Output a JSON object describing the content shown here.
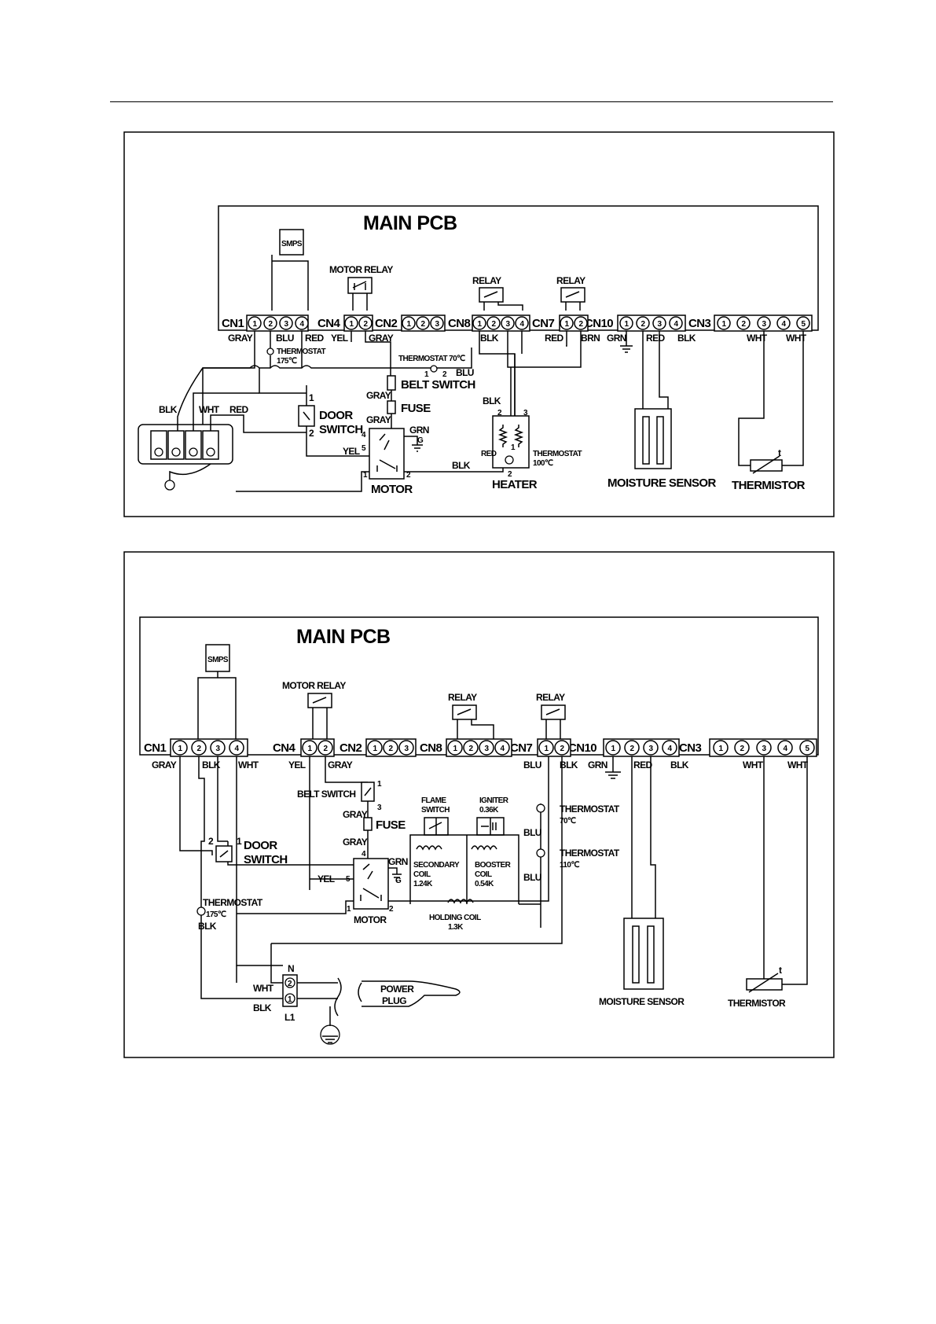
{
  "diagram_top": {
    "pcb_label": "MAIN PCB",
    "smps": "SMPS",
    "motor_relay": "MOTOR RELAY",
    "relay_a": "RELAY",
    "relay_b": "RELAY",
    "connectors": {
      "cn1": {
        "name": "CN1",
        "pins": [
          "1",
          "2",
          "3",
          "4"
        ]
      },
      "cn4": {
        "name": "CN4",
        "pins": [
          "1",
          "2"
        ]
      },
      "cn2": {
        "name": "CN2",
        "pins": [
          "1",
          "2",
          "3"
        ]
      },
      "cn8": {
        "name": "CN8",
        "pins": [
          "1",
          "2",
          "3",
          "4"
        ]
      },
      "cn7": {
        "name": "CN7",
        "pins": [
          "1",
          "2"
        ]
      },
      "cn10": {
        "name": "CN10",
        "pins": [
          "1",
          "2",
          "3",
          "4"
        ]
      },
      "cn3": {
        "name": "CN3",
        "pins": [
          "1",
          "2",
          "3",
          "4",
          "5"
        ]
      }
    },
    "wire_labels": {
      "gray_cn1": "GRAY",
      "blu_cn1": "BLU",
      "red_cn1": "RED",
      "yel_cn4": "YEL",
      "gray_cn2": "GRAY",
      "blk_cn8": "BLK",
      "red_cn7": "RED",
      "brn_cn7": "BRN",
      "grn_cn10": "GRN",
      "red_cn10": "RED",
      "blk_cn10": "BLK",
      "wht_cn3_3": "WHT",
      "wht_cn3_5": "WHT",
      "blk_term": "BLK",
      "wht_term": "WHT",
      "red_term": "RED",
      "gray_belt": "GRAY",
      "gray_fuse": "GRAY",
      "grn_motor": "GRN",
      "g_motor": "G",
      "yel_motor": "YEL",
      "blk_motor": "BLK",
      "blk_heater": "BLK",
      "blu_heater": "BLU",
      "red_heater": "RED"
    },
    "thermostat_175": {
      "label": "THERMOSTAT",
      "value": "175℃"
    },
    "thermostat_70": {
      "label": "THERMOSTAT 70℃",
      "pin1": "1",
      "pin2": "2"
    },
    "thermostat_100": {
      "label": "THERMOSTAT",
      "value": "100℃"
    },
    "belt_switch": "BELT SWITCH",
    "fuse": "FUSE",
    "door_switch": {
      "line1": "DOOR",
      "line2": "SWITCH",
      "pin1": "1",
      "pin2": "2"
    },
    "motor": {
      "label": "MOTOR",
      "p1": "1",
      "p2": "2",
      "p4": "4",
      "p5": "5"
    },
    "heater": {
      "label": "HEATER",
      "p1": "1",
      "p2": "2",
      "p2b": "2",
      "p3": "3"
    },
    "moisture_sensor": "MOISTURE SENSOR",
    "thermistor": "THERMISTOR",
    "thermistor_t": "t"
  },
  "diagram_bottom": {
    "pcb_label": "MAIN PCB",
    "smps": "SMPS",
    "motor_relay": "MOTOR RELAY",
    "relay_a": "RELAY",
    "relay_b": "RELAY",
    "connectors": {
      "cn1": {
        "name": "CN1",
        "pins": [
          "1",
          "2",
          "3",
          "4"
        ]
      },
      "cn4": {
        "name": "CN4",
        "pins": [
          "1",
          "2"
        ]
      },
      "cn2": {
        "name": "CN2",
        "pins": [
          "1",
          "2",
          "3"
        ]
      },
      "cn8": {
        "name": "CN8",
        "pins": [
          "1",
          "2",
          "3",
          "4"
        ]
      },
      "cn7": {
        "name": "CN7",
        "pins": [
          "1",
          "2"
        ]
      },
      "cn10": {
        "name": "CN10",
        "pins": [
          "1",
          "2",
          "3",
          "4"
        ]
      },
      "cn3": {
        "name": "CN3",
        "pins": [
          "1",
          "2",
          "3",
          "4",
          "5"
        ]
      }
    },
    "wire_labels": {
      "gray_cn1": "GRAY",
      "blk_cn1": "BLK",
      "wht_cn1": "WHT",
      "yel_cn4": "YEL",
      "gray_cn4": "GRAY",
      "blu_cn7": "BLU",
      "blk_cn7": "BLK",
      "grn_cn10": "GRN",
      "red_cn10": "RED",
      "blk_cn10": "BLK",
      "wht_cn3_3": "WHT",
      "wht_cn3_5": "WHT",
      "gray_belt": "GRAY",
      "gray_fuse": "GRAY",
      "grn_motor": "GRN",
      "g_motor": "G",
      "yel_motor": "YEL",
      "blu_1": "BLU",
      "blu_2": "BLU",
      "blk_th": "BLK",
      "wht_plug": "WHT",
      "blk_plug": "BLK"
    },
    "belt_switch": {
      "label": "BELT SWITCH",
      "p1": "1",
      "p3": "3"
    },
    "fuse": "FUSE",
    "door_switch": {
      "line1": "DOOR",
      "line2": "SWITCH",
      "p1": "1",
      "p2": "2"
    },
    "motor": {
      "label": "MOTOR",
      "p1": "1",
      "p2": "2",
      "p4": "4",
      "p5": "5"
    },
    "flame_switch": {
      "line1": "FLAME",
      "line2": "SWITCH"
    },
    "igniter": {
      "line1": "IGNITER",
      "line2": "0.36K"
    },
    "secondary_coil": {
      "line1": "SECONDARY",
      "line2": "COIL",
      "line3": "1.24K"
    },
    "booster_coil": {
      "line1": "BOOSTER",
      "line2": "COIL",
      "line3": "0.54K"
    },
    "holding_coil": {
      "line1": "HOLDING COIL",
      "line2": "1.3K"
    },
    "thermostat_70": {
      "label": "THERMOSTAT",
      "value": "70℃"
    },
    "thermostat_110": {
      "label": "THERMOSTAT",
      "value": "110℃"
    },
    "thermostat_175": {
      "label": "THERMOSTAT",
      "value": "175℃"
    },
    "terminal": {
      "n": "N",
      "l1": "L1",
      "p2": "2",
      "p1": "1"
    },
    "power_plug": {
      "line1": "POWER",
      "line2": "PLUG"
    },
    "moisture_sensor": "MOISTURE SENSOR",
    "thermistor": "THERMISTOR",
    "thermistor_t": "t"
  }
}
